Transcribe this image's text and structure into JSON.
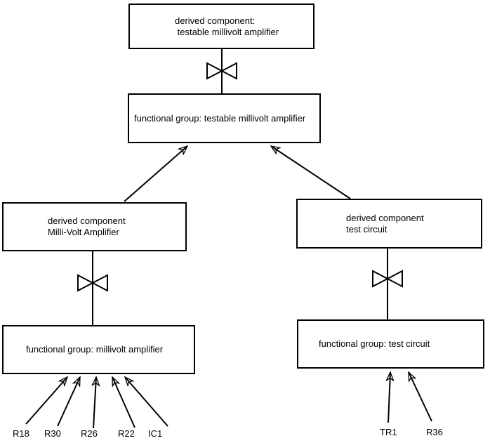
{
  "diagram": {
    "nodes": {
      "derived_testable": {
        "line1": "derived component:",
        "line2": " testable millivolt amplifier"
      },
      "fg_testable": {
        "line1": "functional group: testable millivolt amplifier"
      },
      "derived_mva": {
        "line1": "derived component",
        "line2": "Milli-Volt Amplifier"
      },
      "derived_tc": {
        "line1": "derived component",
        "line2": "test circuit"
      },
      "fg_mva": {
        "line1": "functional group: millivolt amplifier"
      },
      "fg_tc": {
        "line1": "functional group: test circuit"
      }
    },
    "leaves": {
      "r18": "R18",
      "r30": "R30",
      "r26": "R26",
      "r22": "R22",
      "ic1": "IC1",
      "tr1": "TR1",
      "r36": "R36"
    },
    "colors": {
      "stroke": "#000000",
      "background": "#ffffff",
      "node_fill": "#ffffff"
    }
  }
}
